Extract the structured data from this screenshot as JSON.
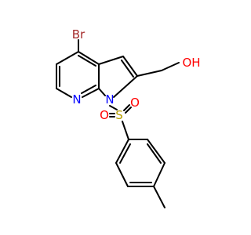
{
  "molecule": {
    "atoms": [
      {
        "id": "br",
        "text": "Br",
        "element": "Br"
      },
      {
        "id": "n_pyr",
        "text": "N",
        "element": "N"
      },
      {
        "id": "n_ring",
        "text": "N",
        "element": "N"
      },
      {
        "id": "s",
        "text": "S",
        "element": "S"
      },
      {
        "id": "o1",
        "text": "O",
        "element": "O"
      },
      {
        "id": "o2",
        "text": "O",
        "element": "O"
      },
      {
        "id": "oh",
        "text": "OH",
        "element": "O"
      }
    ],
    "colors": {
      "Br": "#a52a2a",
      "N": "#0000ff",
      "O": "#ff0000",
      "S": "#b8a000",
      "bond": "#000000"
    }
  }
}
